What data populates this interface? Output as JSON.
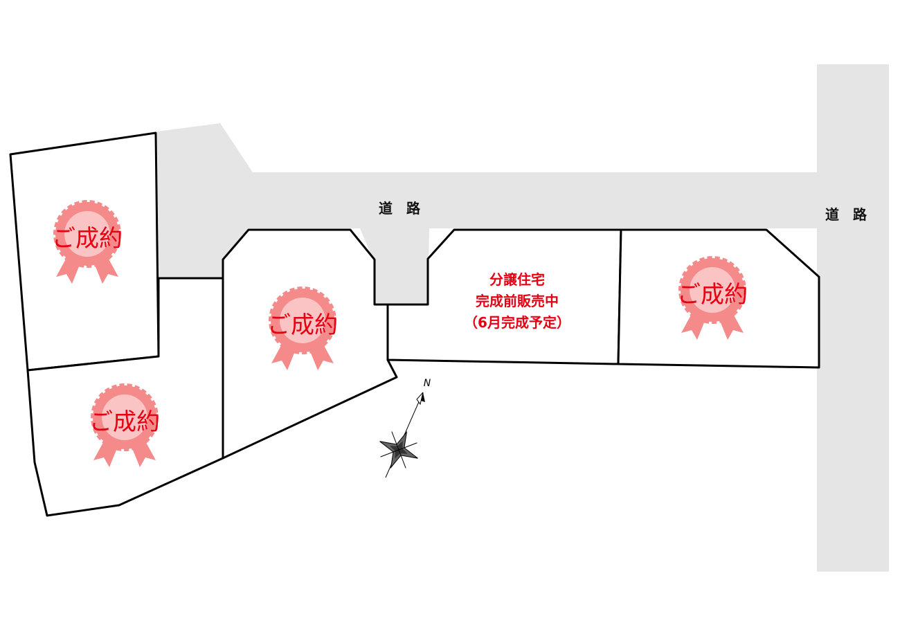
{
  "colors": {
    "road": "#e5e5e5",
    "lot_border": "#000000",
    "badge": "#f48a8a",
    "badge_text": "#e60012"
  },
  "roads": {
    "north_label": "道　路",
    "east_label": "道　路"
  },
  "lots": [
    {
      "status": "sold",
      "label": "ご成約"
    },
    {
      "status": "sold",
      "label": "ご成約"
    },
    {
      "status": "sold",
      "label": "ご成約"
    },
    {
      "status": "for-sale",
      "lines": [
        "分譲住宅",
        "完成前販売中",
        "（6月完成予定）"
      ]
    },
    {
      "status": "sold",
      "label": "ご成約"
    }
  ],
  "compass": {
    "north_letter": "N",
    "icon": "compass-rose-icon"
  },
  "badge_icon": "award-ribbon-icon"
}
